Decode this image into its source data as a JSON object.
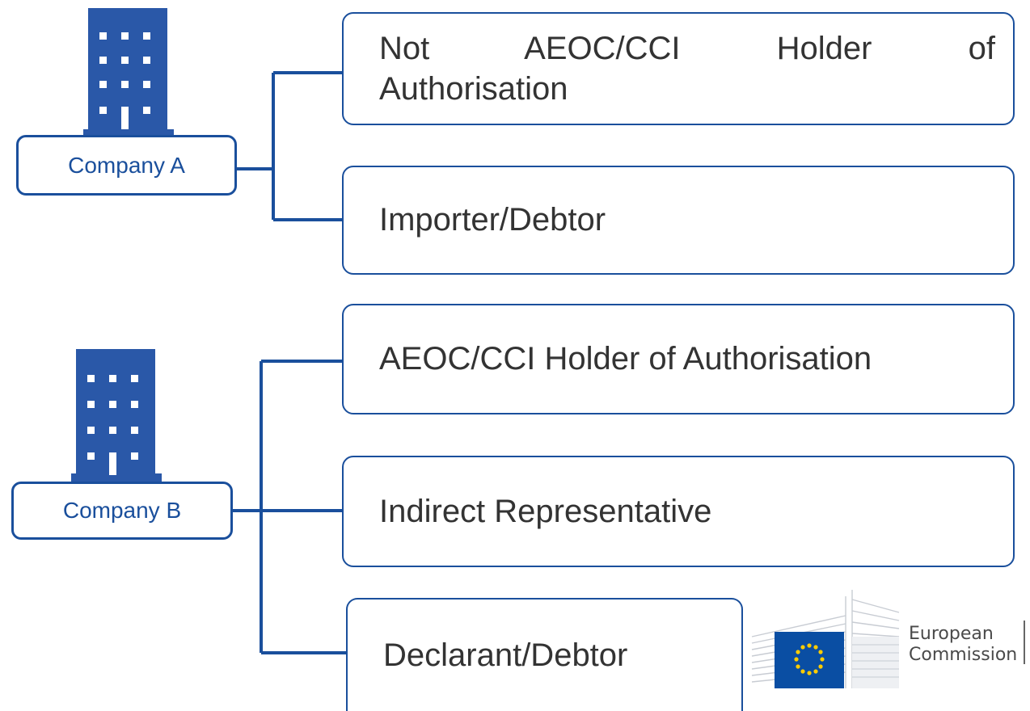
{
  "company_a": {
    "label": "Company A",
    "roles": [
      "Not AEOC/CCI Holder of",
      "Authorisation",
      "Importer/Debtor"
    ]
  },
  "company_b": {
    "label": "Company B",
    "roles": [
      "AEOC/CCI Holder of Authorisation",
      "Indirect Representative",
      "Declarant/Debtor"
    ]
  },
  "logo": {
    "line1": "European",
    "line2": "Commission"
  },
  "colors": {
    "accent": "#1a4f9c",
    "text": "#333333",
    "eu_blue": "#0a4ea3",
    "eu_star": "#ffcc00"
  }
}
